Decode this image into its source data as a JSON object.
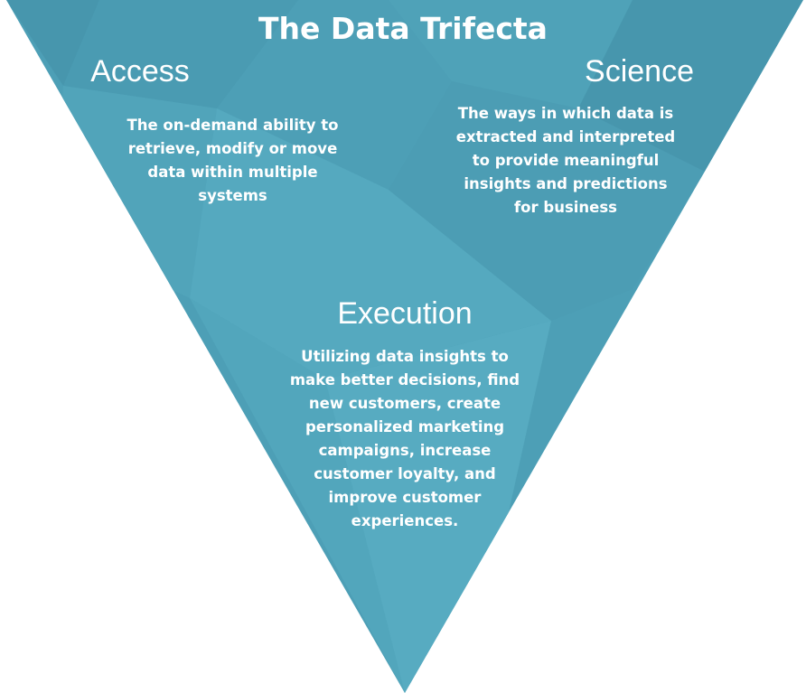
{
  "title": "The Data Trifecta",
  "colors": {
    "base": "#4d9fb6",
    "light": "#58aac0",
    "dark": "#4796ad",
    "text": "#ffffff"
  },
  "sections": {
    "access": {
      "heading": "Access",
      "description": "The on-demand ability to retrieve, modify or move data within multiple systems"
    },
    "science": {
      "heading": "Science",
      "description": "The ways in which data is extracted and interpreted to provide meaningful insights and predictions for business"
    },
    "execution": {
      "heading": "Execution",
      "description": "Utilizing data insights to make better decisions, find new customers, create personalized marketing campaigns, increase customer loyalty, and improve customer experiences."
    }
  }
}
